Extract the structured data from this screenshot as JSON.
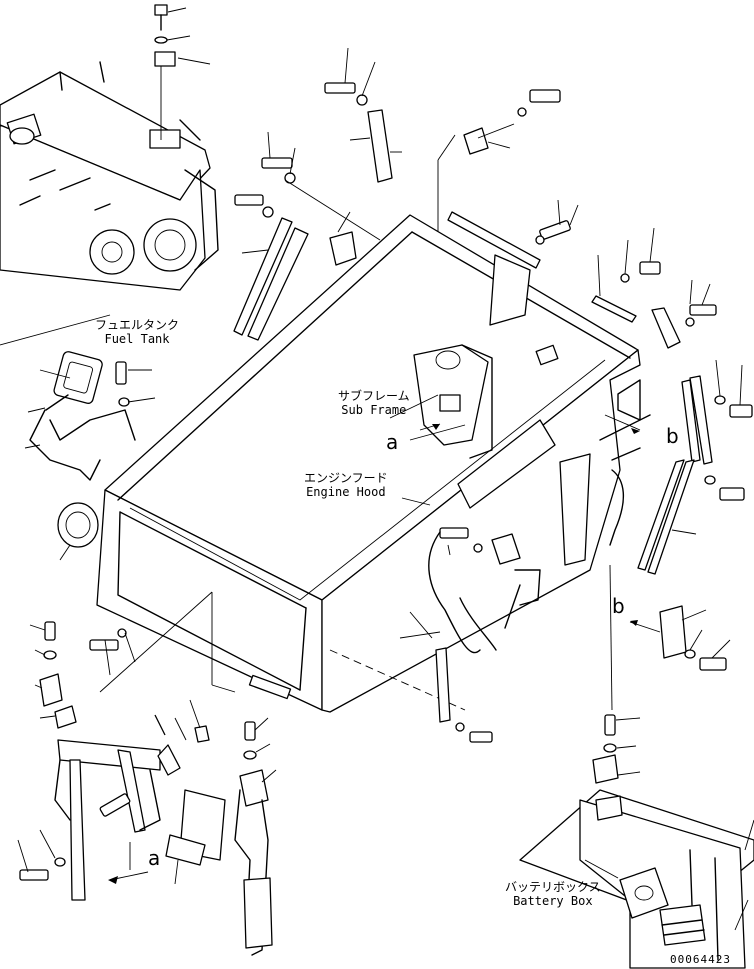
{
  "labels": {
    "fuel_tank": {
      "jp": "フュエルタンク",
      "en": "Fuel Tank"
    },
    "sub_frame": {
      "jp": "サブフレーム",
      "en": "Sub Frame"
    },
    "engine_hood": {
      "jp": "エンジンフード",
      "en": "Engine Hood"
    },
    "battery_box": {
      "jp": "バッテリボックス",
      "en": "Battery Box"
    }
  },
  "refs": {
    "a_top": "a",
    "b_top": "b",
    "b_mid": "b",
    "a_bottom": "a"
  },
  "drawing_code": "00064423"
}
